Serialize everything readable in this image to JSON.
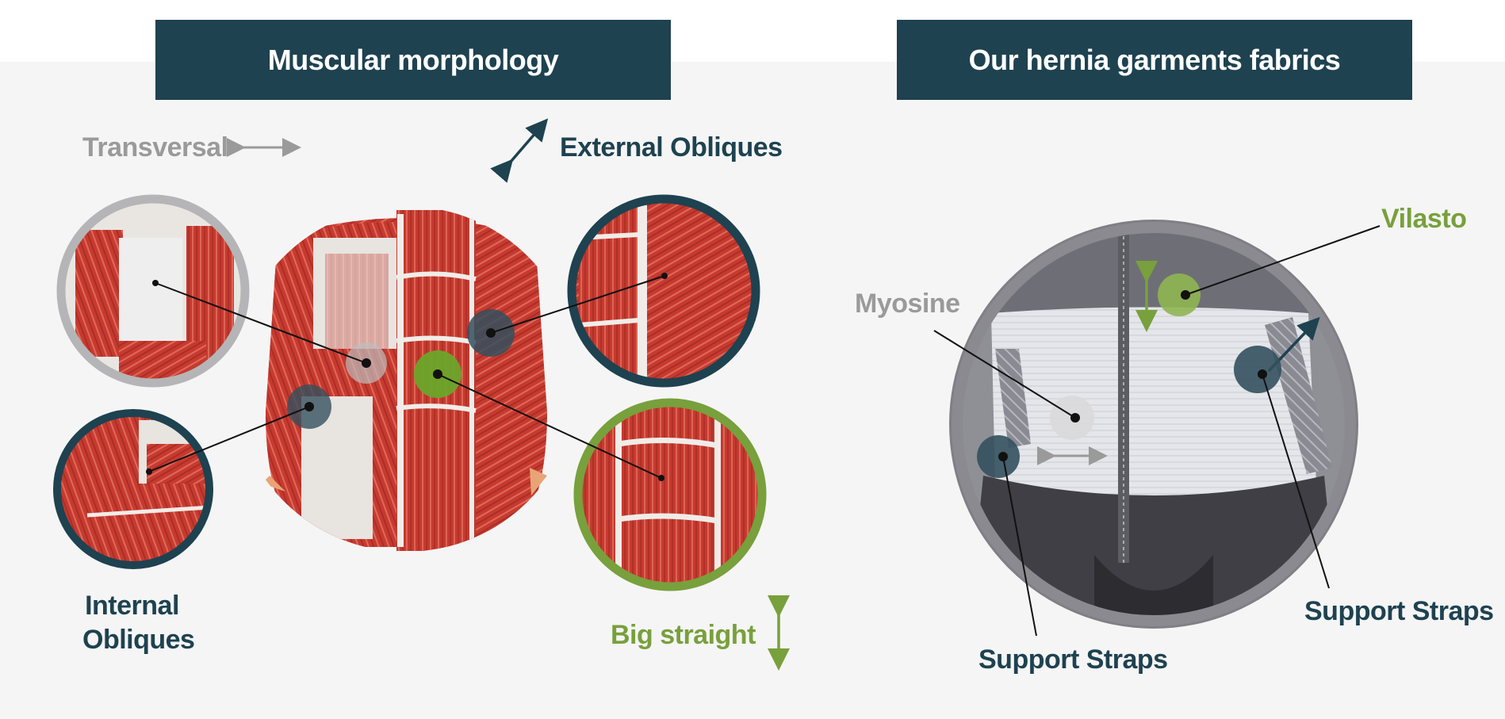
{
  "left_panel": {
    "title": "Muscular morphology",
    "labels": {
      "transversal": "Transversal",
      "external_obliques": "External Obliques",
      "internal_obliques_line1": "Internal",
      "internal_obliques_line2": "Obliques",
      "big_straight": "Big straight"
    }
  },
  "right_panel": {
    "title": "Our hernia garments fabrics",
    "labels": {
      "vilasto": "Vilasto",
      "myosine": "Myosine",
      "support_straps_right": "Support Straps",
      "support_straps_bottom": "Support Straps"
    }
  },
  "colors": {
    "navy": "#1e4250",
    "green": "#78a03c",
    "grey": "#9a9a9a",
    "muscle_red": "#c0392b",
    "fascia": "#e8e4e0",
    "background": "#f5f5f5"
  }
}
